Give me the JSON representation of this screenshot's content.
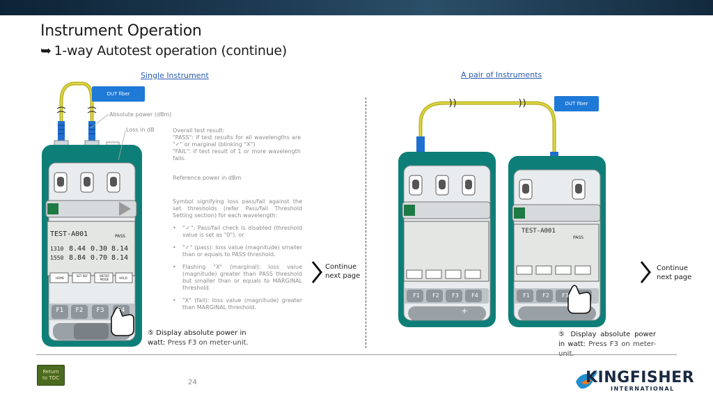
{
  "header": {
    "title": "Instrument Operation",
    "subtitle_arrow": "➥",
    "subtitle": "1-way Autotest operation (continue)"
  },
  "sections": {
    "single": "Single Instrument",
    "pair": "A pair of Instruments"
  },
  "callouts": {
    "dut_fiber": "DUT fiber"
  },
  "annotations": {
    "absolute_power": "Absolute power (dBm)",
    "loss": "Loss in dB",
    "overall_title": "Overall test result:",
    "overall_pass": "\"PASS\": if test results for all wavelengths are \"✓\" or marginal (blinking \"X\")",
    "overall_fail": "\"FAIL\": if test result of 1 or more wavelength fails.",
    "reference_power": "Reference power in dBm",
    "symbol_intro": "Symbol signifying loss pass/fail against the set thresholds (refer Pass/fail Threshold Setting section) for each wavelength:",
    "bullets": [
      "\"✓\": Pass/fail check is disabled (threshold value is set as \"0\"). or",
      "\"✓\" (pass): loss value (magnitude) smaller than or equals to PASS threshold.",
      "Flashing \"X\" (marginal): loss value (magnitude) greater than PASS threshold but smaller than or equals to MARGINAL threshold.",
      "\"X\" (fail): loss value (magnitude) greater than MARGINAL threshold."
    ]
  },
  "continue": {
    "line1": "Continue",
    "line2": "next page"
  },
  "notes": {
    "step_left_bold": "⑤ Display absolute power in watt:",
    "step_left_rest": " Press F3 on meter-unit.",
    "step_right_bold": "⑤ Display absolute power in watt:",
    "step_right_rest": " Press F3 on meter-unit."
  },
  "device_screen": {
    "test_id": "TEST-A001",
    "wl1": "1310",
    "wl2": "1550",
    "p1": "8.44",
    "p2": "8.84",
    "l1": "0.30",
    "l2": "0.70",
    "r1": "8.14",
    "r2": "8.14",
    "status": "PASS",
    "home": "HOME",
    "set_ref": "SET REF",
    "meter_mode": "METER MODE",
    "hold": "HOLD",
    "f1": "F1",
    "f2": "F2",
    "f3": "F3",
    "f4": "F4",
    "plus": "+"
  },
  "footer": {
    "page": "24",
    "return_line1": "Return",
    "return_line2": "to TOC",
    "logo_name": "KINGFISHER",
    "logo_sub": "INTERNATIONAL"
  },
  "colors": {
    "teal": "#0e7f78",
    "fiber": "#c8c02a",
    "connector": "#1f6fd0",
    "link": "#2a5bb0"
  }
}
